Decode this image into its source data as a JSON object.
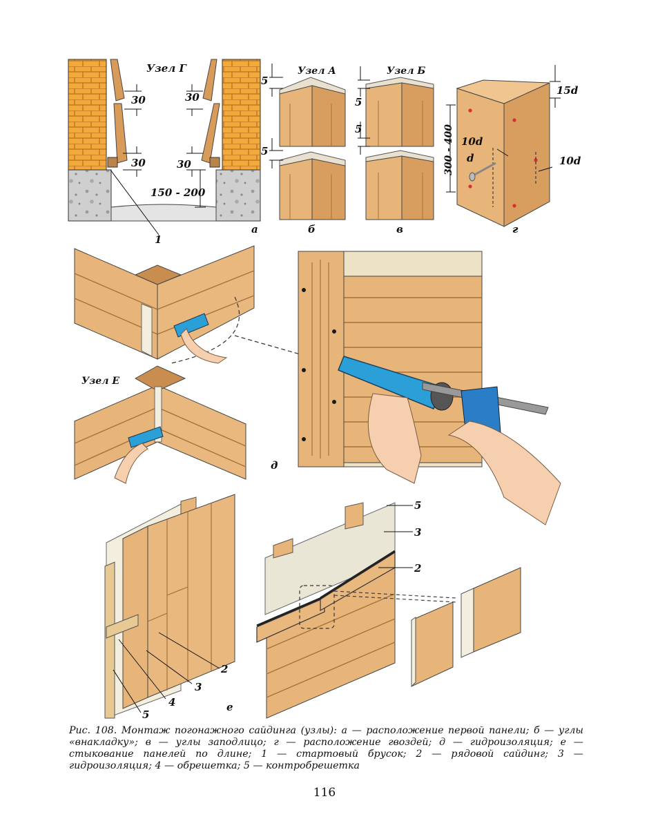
{
  "figure": {
    "node_labels": {
      "g_node": "Узел Г",
      "a_node": "Узел А",
      "b_node": "Узел Б",
      "e_node": "Узел Е"
    },
    "dimensions": {
      "d30_top_left": "30",
      "d30_bottom_left": "30",
      "d30_top_right": "30",
      "d30_bottom_right": "30",
      "gap": "150 - 200",
      "b5_top": "5",
      "b5_bottom": "5",
      "c5_top": "5",
      "c5_mid": "5",
      "nail_spacing": "300 - 400",
      "d15": "15d",
      "d10_left": "10d",
      "d10_right": "10d",
      "d_single": "d"
    },
    "callouts": {
      "callout_1": "1",
      "left_2": "2",
      "left_3": "3",
      "left_4": "4",
      "left_5": "5",
      "right_5": "5",
      "right_3": "3",
      "right_2": "2"
    },
    "panel_letters": {
      "a": "а",
      "b": "б",
      "v": "в",
      "g": "г",
      "d": "д",
      "e": "е"
    },
    "colors": {
      "brick": "#F2A93B",
      "wood": "#E7B57A",
      "wood_dark": "#C98E4F",
      "concrete": "#C9C9C9",
      "gun": "#2A9FD8",
      "skin": "#F6CFAE",
      "membrane": "#EDEAD8"
    }
  },
  "caption": "Рис. 108. Монтаж погонажного сайдинга (узлы): а — расположение первой панели; б — углы «внакладку»; в — углы заподлицо; г — расположение гвоздей; д — гидроизоляция; е — стыкование панелей по длине; 1 — стартовый брусок; 2 — рядовой сайдинг; 3 — гидроизоляция; 4 — обрешетка; 5 — контробрешетка",
  "page_number": "116"
}
